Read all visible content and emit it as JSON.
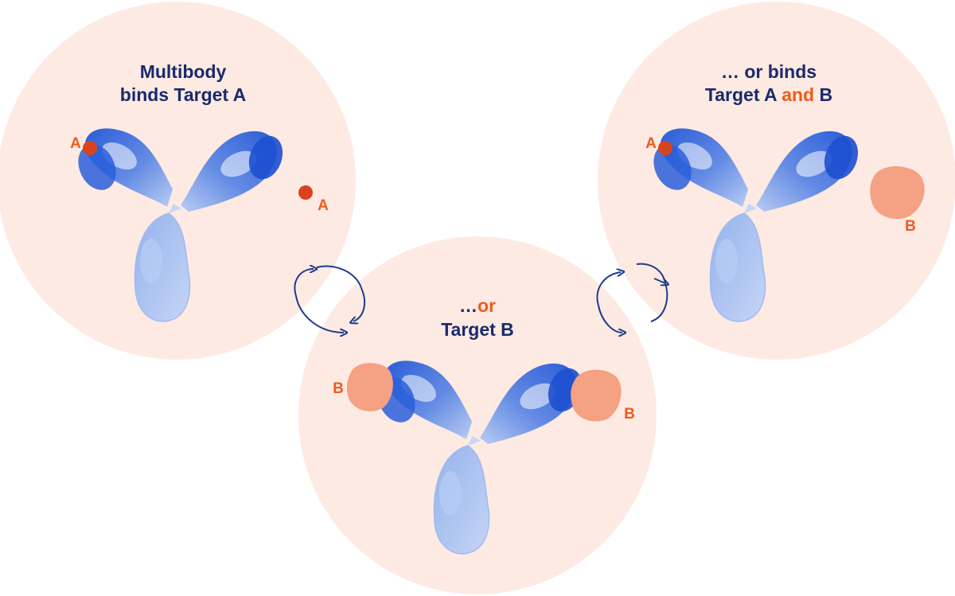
{
  "colors": {
    "circle_fill": "#fdeae3",
    "title_text": "#1a2a6c",
    "accent": "#f05a1e",
    "antibody_dark": "#1f55d6",
    "antibody_light": "#a9c2f2",
    "target_a": "#d8431c",
    "target_b": "#f4a184",
    "arrow": "#1f3b8a"
  },
  "panels": {
    "left": {
      "title_line1": "Multibody",
      "title_line2": "binds Target A",
      "site_left": "A",
      "site_right": "A"
    },
    "middle": {
      "title_line1_prefix": "…",
      "title_line1_accent": "or",
      "title_line2": "Target B",
      "site_left": "B",
      "site_right": "B"
    },
    "right": {
      "title_line1": "… or binds",
      "title_line2_prefix": "Target A ",
      "title_line2_accent": "and",
      "title_line2_suffix": " B",
      "site_left": "A",
      "site_right": "B"
    }
  },
  "icons": [
    "swap-arrows-icon",
    "swap-arrows-icon"
  ]
}
